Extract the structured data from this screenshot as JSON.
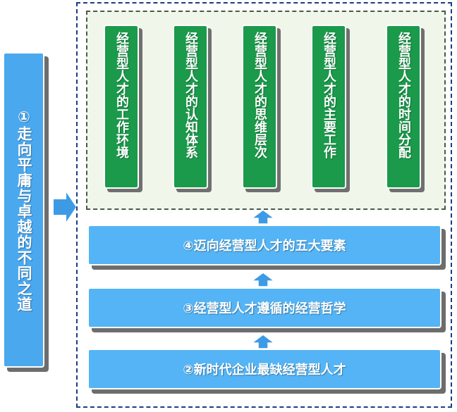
{
  "left_label": "①走向平庸与卓越的不同之道",
  "pillars": [
    "经营型人才的工作环境",
    "经营型人才的认知体系",
    "经营型人才的思维层次",
    "经营型人才的主要工作",
    "经营型人才的时间分配"
  ],
  "layers": {
    "layer4": "④迈向经营型人才的五大要素",
    "layer3": "③经营型人才遵循的经营哲学",
    "layer2": "②新时代企业最缺经营型人才"
  },
  "colors": {
    "left_bar": "#4aa8ef",
    "pillar": "#1a9a4a",
    "layer_box": "#54b4f5",
    "frame": "#1f3b86",
    "arrow": "#3d9be6"
  },
  "icons": [
    "right-arrow-icon",
    "up-arrow-icon"
  ]
}
